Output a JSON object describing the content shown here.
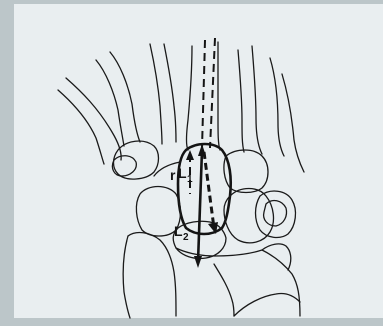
{
  "figure": {
    "colors": {
      "page": "#e9eef0",
      "shadow": "#bcc6c9",
      "ink": "#141414"
    },
    "labels": {
      "ratio_small_l": "r",
      "l1_letter": "L",
      "l1_sub": "1",
      "l2_letter": "L",
      "l2_sub": "2"
    }
  }
}
